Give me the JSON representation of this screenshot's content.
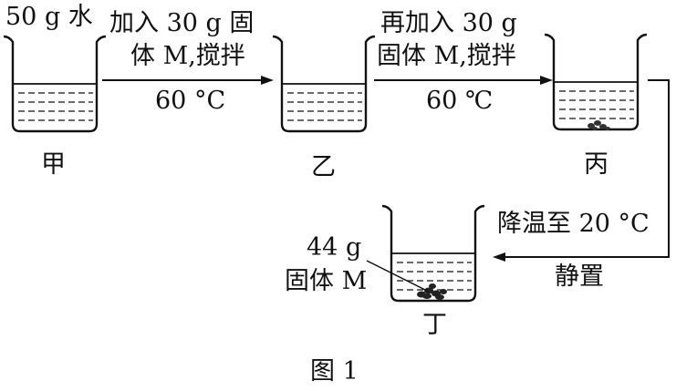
{
  "beakers": [
    {
      "label": "甲",
      "top_note": "50 g 水"
    },
    {
      "label": "乙"
    },
    {
      "label": "丙"
    },
    {
      "label": "丁"
    }
  ],
  "steps": [
    {
      "line1": "加入 30 g 固",
      "line2": "体 M,搅拌",
      "line3": "60 °C"
    },
    {
      "line1": "再加入 30 g",
      "line2": "固体 M,搅拌",
      "line3": "60 ℃"
    },
    {
      "line1": "降温至 20 °C",
      "line2": "静置"
    }
  ],
  "residue_note": {
    "line1": "44 g",
    "line2": "固体 M"
  },
  "caption": "图 1"
}
